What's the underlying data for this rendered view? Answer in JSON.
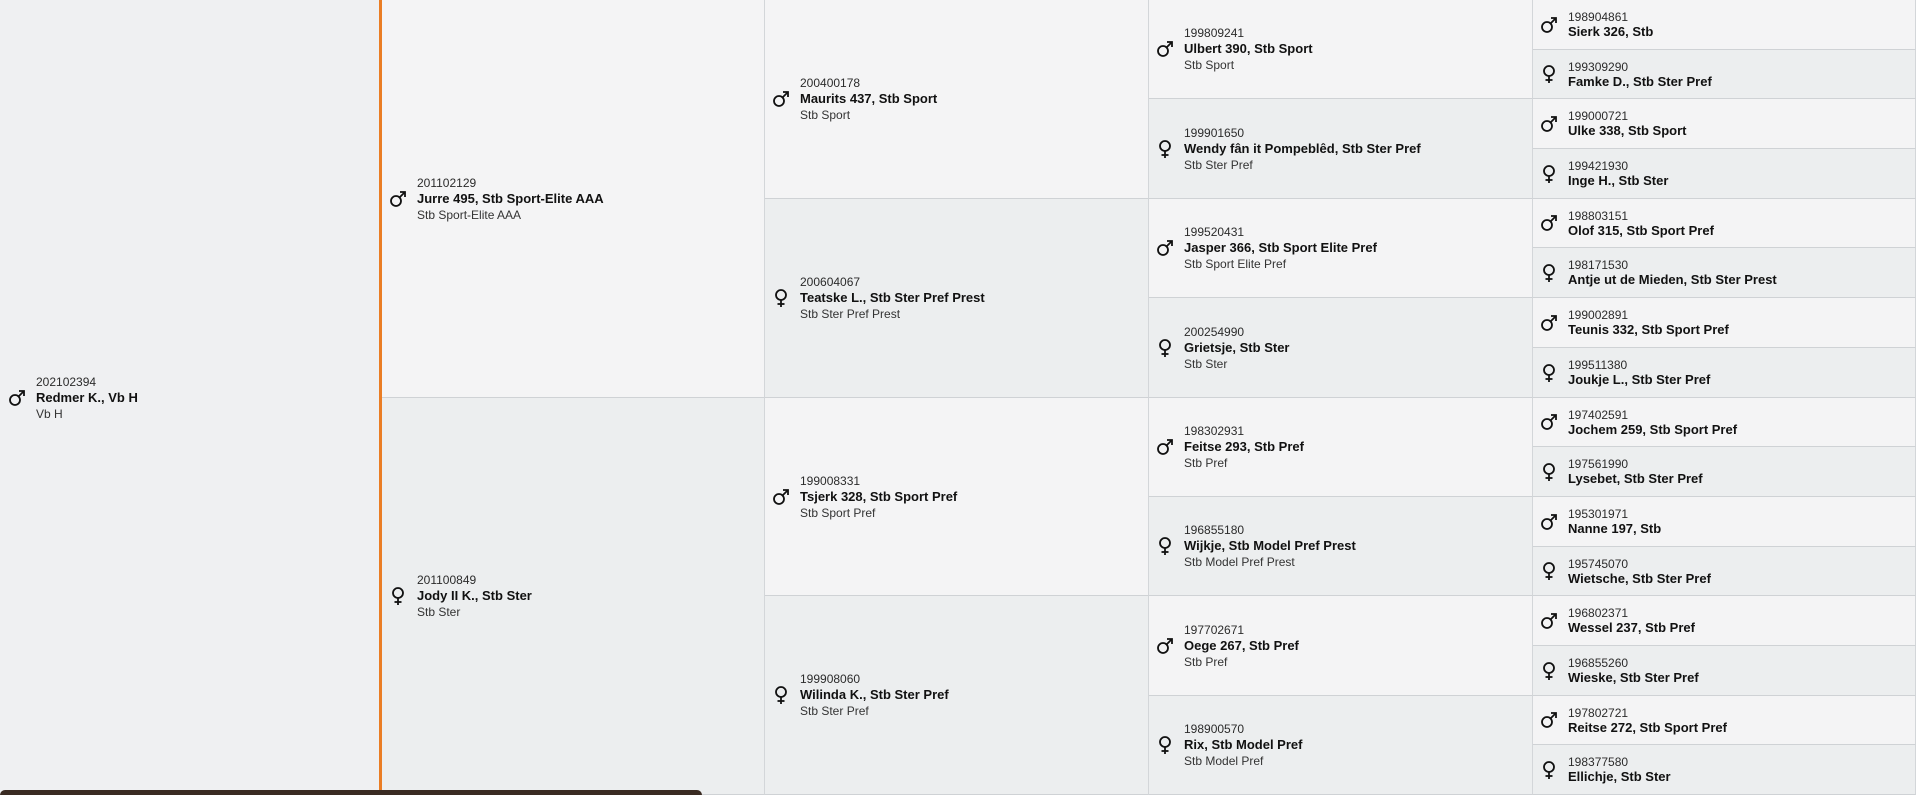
{
  "pedigree": {
    "root": {
      "sex": "male",
      "reg": "202102394",
      "name": "Redmer K., Vb H",
      "stamboek": "Vb H"
    },
    "gen1": [
      {
        "sex": "male",
        "reg": "201102129",
        "name": "Jurre 495, Stb Sport-Elite AAA",
        "stamboek": "Stb Sport-Elite AAA"
      },
      {
        "sex": "female",
        "reg": "201100849",
        "name": "Jody II K., Stb Ster",
        "stamboek": "Stb Ster"
      }
    ],
    "gen2": [
      {
        "sex": "male",
        "reg": "200400178",
        "name": "Maurits 437, Stb Sport",
        "stamboek": "Stb Sport"
      },
      {
        "sex": "female",
        "reg": "200604067",
        "name": "Teatske L., Stb Ster Pref Prest",
        "stamboek": "Stb Ster Pref Prest"
      },
      {
        "sex": "male",
        "reg": "199008331",
        "name": "Tsjerk 328, Stb Sport Pref",
        "stamboek": "Stb Sport Pref"
      },
      {
        "sex": "female",
        "reg": "199908060",
        "name": "Wilinda K., Stb Ster Pref",
        "stamboek": "Stb Ster Pref"
      }
    ],
    "gen3": [
      {
        "sex": "male",
        "reg": "199809241",
        "name": "Ulbert 390, Stb Sport",
        "stamboek": "Stb Sport"
      },
      {
        "sex": "female",
        "reg": "199901650",
        "name": "Wendy fân it Pompeblêd, Stb Ster Pref",
        "stamboek": "Stb Ster Pref"
      },
      {
        "sex": "male",
        "reg": "199520431",
        "name": "Jasper 366, Stb Sport Elite Pref",
        "stamboek": "Stb Sport Elite Pref"
      },
      {
        "sex": "female",
        "reg": "200254990",
        "name": "Grietsje, Stb Ster",
        "stamboek": "Stb Ster"
      },
      {
        "sex": "male",
        "reg": "198302931",
        "name": "Feitse 293, Stb Pref",
        "stamboek": "Stb Pref"
      },
      {
        "sex": "female",
        "reg": "196855180",
        "name": "Wijkje, Stb Model Pref Prest",
        "stamboek": "Stb Model Pref Prest"
      },
      {
        "sex": "male",
        "reg": "197702671",
        "name": "Oege 267, Stb Pref",
        "stamboek": "Stb Pref"
      },
      {
        "sex": "female",
        "reg": "198900570",
        "name": "Rix, Stb Model Pref",
        "stamboek": "Stb Model Pref"
      }
    ],
    "gen4": [
      {
        "sex": "male",
        "reg": "198904861",
        "name": "Sierk 326, Stb"
      },
      {
        "sex": "female",
        "reg": "199309290",
        "name": "Famke D., Stb Ster Pref"
      },
      {
        "sex": "male",
        "reg": "199000721",
        "name": "Ulke 338, Stb Sport"
      },
      {
        "sex": "female",
        "reg": "199421930",
        "name": "Inge H., Stb Ster"
      },
      {
        "sex": "male",
        "reg": "198803151",
        "name": "Olof 315, Stb Sport Pref"
      },
      {
        "sex": "female",
        "reg": "198171530",
        "name": "Antje ut de Mieden, Stb Ster Prest"
      },
      {
        "sex": "male",
        "reg": "199002891",
        "name": "Teunis 332, Stb Sport Pref"
      },
      {
        "sex": "female",
        "reg": "199511380",
        "name": "Joukje L., Stb Ster Pref"
      },
      {
        "sex": "male",
        "reg": "197402591",
        "name": "Jochem 259, Stb Sport Pref"
      },
      {
        "sex": "female",
        "reg": "197561990",
        "name": "Lysebet, Stb Ster Pref"
      },
      {
        "sex": "male",
        "reg": "195301971",
        "name": "Nanne 197, Stb"
      },
      {
        "sex": "female",
        "reg": "195745070",
        "name": "Wietsche, Stb Ster Pref"
      },
      {
        "sex": "male",
        "reg": "196802371",
        "name": "Wessel 237, Stb Pref"
      },
      {
        "sex": "female",
        "reg": "196855260",
        "name": "Wieske, Stb Ster Pref"
      },
      {
        "sex": "male",
        "reg": "197802721",
        "name": "Reitse 272, Stb Sport Pref"
      },
      {
        "sex": "female",
        "reg": "198377580",
        "name": "Ellichje, Stb Ster"
      }
    ]
  },
  "colors": {
    "accent_divider": "#ea7d24",
    "male_cell": "#f4f4f5",
    "female_cell": "#eceeef"
  },
  "icons": {
    "male": "male-symbol-icon",
    "female": "female-symbol-icon"
  }
}
